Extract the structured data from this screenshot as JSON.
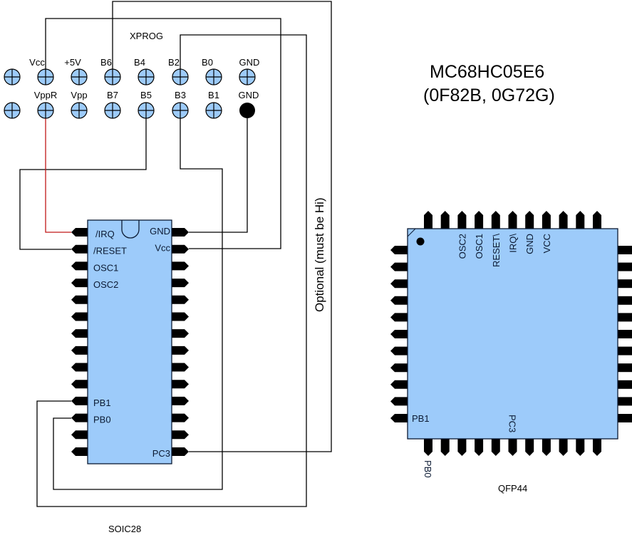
{
  "title": {
    "line1": "MC68HC05E6",
    "line2": "(0F82B, 0G72G)"
  },
  "connector": {
    "name": "XPROG",
    "top_row": [
      "",
      "Vcc",
      "+5V",
      "B6",
      "B4",
      "B2",
      "B0",
      "GND"
    ],
    "bottom_row": [
      "",
      "VppR",
      "Vpp",
      "B7",
      "B5",
      "B3",
      "B1",
      "GND"
    ],
    "bottom_row_filled": [
      false,
      false,
      false,
      false,
      false,
      false,
      false,
      true
    ]
  },
  "soic": {
    "package_label": "SOIC28",
    "pins_per_side": 14,
    "left_labels": [
      "/IRQ",
      "/RESET",
      "OSC1",
      "OSC2",
      "",
      "",
      "",
      "",
      "",
      "",
      "PB1",
      "PB0",
      "",
      ""
    ],
    "right_labels": [
      "GND",
      "Vcc",
      "",
      "",
      "",
      "",
      "",
      "",
      "",
      "",
      "",
      "",
      "",
      "PC3"
    ]
  },
  "qfp": {
    "package_label": "QFP44",
    "pins_per_side": 11,
    "top_labels": [
      "",
      "",
      "OSC2",
      "OSC1",
      "RESET\\",
      "IRQ\\",
      "GND",
      "VCC",
      "",
      "",
      ""
    ],
    "left_labels": [
      "",
      "",
      "",
      "",
      "",
      "",
      "",
      "",
      "",
      "",
      "PB1"
    ],
    "bottom_labels_inside": [
      "",
      "",
      "",
      "",
      "",
      "PC3",
      "",
      "",
      "",
      "",
      ""
    ],
    "bottom_labels_outside": [
      "PB0",
      "",
      "",
      "",
      "",
      "",
      "",
      "",
      "",
      "",
      ""
    ]
  },
  "annotations": {
    "optional_note": "Optional (must be Hi)"
  },
  "connections": [
    {
      "from": "XPROG.Vcc",
      "to": "SOIC.Vcc",
      "color": "black"
    },
    {
      "from": "XPROG.B6",
      "to": "SOIC.PC3",
      "color": "black"
    },
    {
      "from": "XPROG.B2",
      "to": "SOIC.PB1",
      "color": "black",
      "note": "Optional (must be Hi)"
    },
    {
      "from": "XPROG.VppR",
      "to": "SOIC./IRQ",
      "color": "red"
    },
    {
      "from": "XPROG.B5",
      "to": "SOIC./RESET",
      "color": "black"
    },
    {
      "from": "XPROG.B3",
      "to": "SOIC.PB0",
      "color": "black"
    },
    {
      "from": "XPROG.GND",
      "to": "SOIC.GND",
      "color": "black"
    }
  ]
}
